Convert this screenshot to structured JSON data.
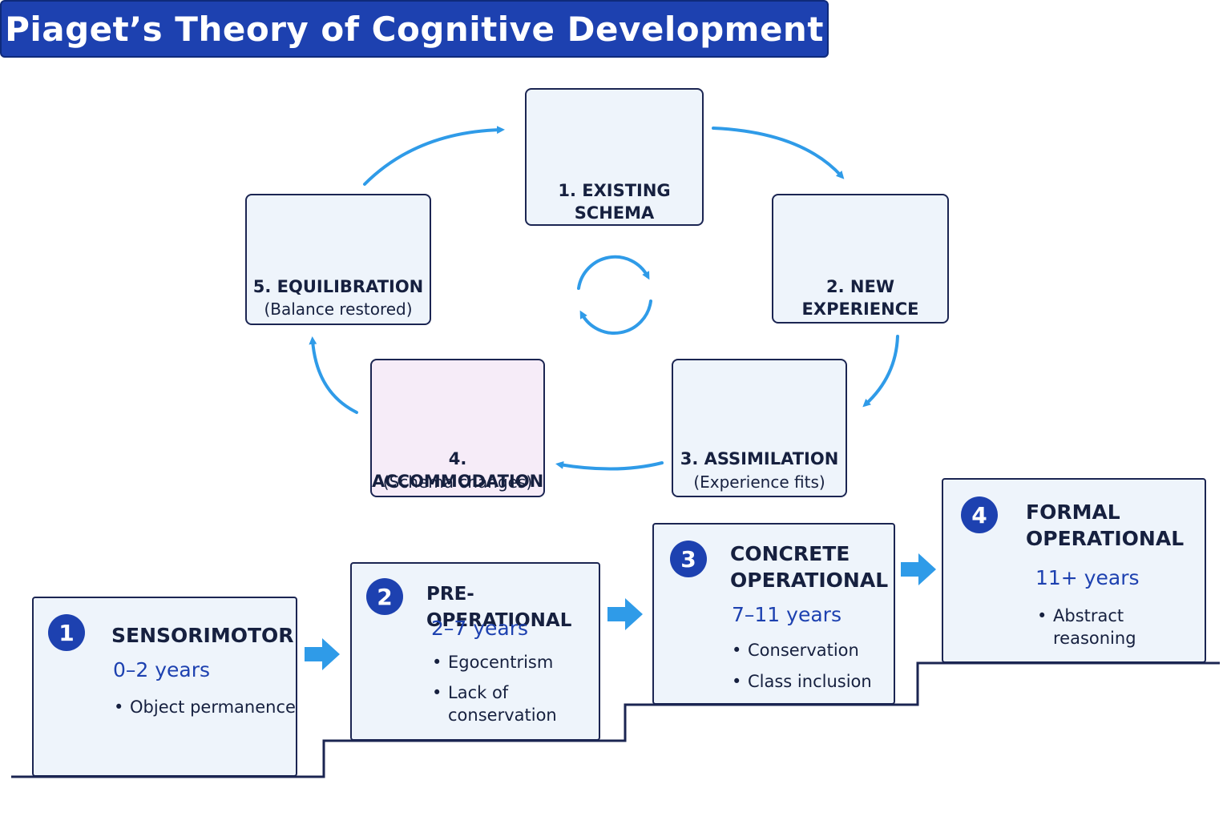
{
  "title": "Piaget’s Theory of Cognitive Development",
  "cycle": [
    {
      "label_1": "1. EXISTING",
      "label_2": "SCHEMA",
      "icon": "head-puzzle-icon"
    },
    {
      "label_1": "2. NEW",
      "label_2": "EXPERIENCE",
      "icon": "gift-icon"
    },
    {
      "label_1": "3. ASSIMILATION",
      "label_2": "(Experience fits)",
      "icon": "puzzle-fit-icon"
    },
    {
      "label_1": "4. ACCOMMODATION",
      "label_2": "(Schema changes)",
      "icon": "puzzle-change-icon"
    },
    {
      "label_1": "5. EQUILIBRATION",
      "label_2": "(Balance restored)",
      "icon": "balance-scale-icon"
    }
  ],
  "stages": [
    {
      "number": "1",
      "name_1": "SENSORIMOTOR",
      "name_2": "",
      "age": "0–2 years",
      "bullets": [
        "Object permanence"
      ],
      "icon": "baby-icon"
    },
    {
      "number": "2",
      "name_1": "PRE-OPERATIONAL",
      "name_2": "",
      "age": "2–7 years",
      "bullets": [
        "Egocentrism",
        "Lack of conservation"
      ],
      "icon": "girl-icon"
    },
    {
      "number": "3",
      "name_1": "CONCRETE",
      "name_2": "OPERATIONAL",
      "age": "7–11 years",
      "bullets": [
        "Conservation",
        "Class inclusion"
      ],
      "icon": "boy-icon"
    },
    {
      "number": "4",
      "name_1": "FORMAL",
      "name_2": "OPERATIONAL",
      "age": "11+ years",
      "bullets": [
        "Abstract reasoning"
      ],
      "icon": "teen-icon"
    }
  ],
  "colors": {
    "primary": "#1d41b0",
    "accent": "#2f9be8",
    "outline": "#1b2552",
    "box_fill": "#eef4fb",
    "accommodation_fill": "#f6ecf8",
    "purple": "#a22fc4"
  }
}
